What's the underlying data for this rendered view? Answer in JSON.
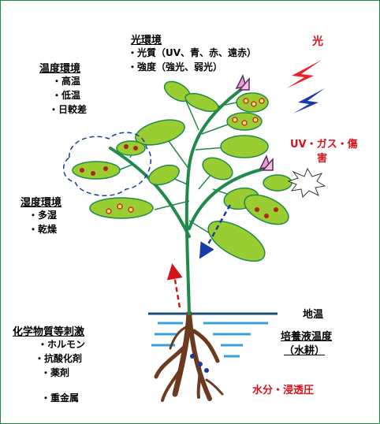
{
  "light_env": {
    "title": "光環境",
    "items": [
      "・光質（UV、青、赤、遠赤）",
      "・強度（強光、弱光）"
    ]
  },
  "light_label": "光",
  "temp_env": {
    "title": "温度環境",
    "items": [
      "・高温",
      "・低温",
      "・日較差"
    ]
  },
  "uv_label": {
    "line1": "UV・ガス・傷",
    "line2": "害"
  },
  "humid_env": {
    "title": "湿度環境",
    "items": [
      "・多湿",
      "・乾燥"
    ]
  },
  "soil_temp": "地温",
  "solution_temp": {
    "line1": "培養液温度",
    "line2": "（水耕）"
  },
  "chem_env": {
    "title": "化学物質等刺激",
    "items": [
      "・ホルモン",
      "・抗酸化剤",
      "・薬剤",
      "・重金属"
    ]
  },
  "water_label": "水分・浸透圧",
  "colors": {
    "frame": "#1f8a4a",
    "stem": "#1f8a4a",
    "leaf": "#9acd32",
    "root": "#6b3a1f",
    "water": "#3aa0d8",
    "accent": "#d4141c",
    "bolt_red": "#e8202a",
    "bolt_blue": "#1a3aa8"
  }
}
